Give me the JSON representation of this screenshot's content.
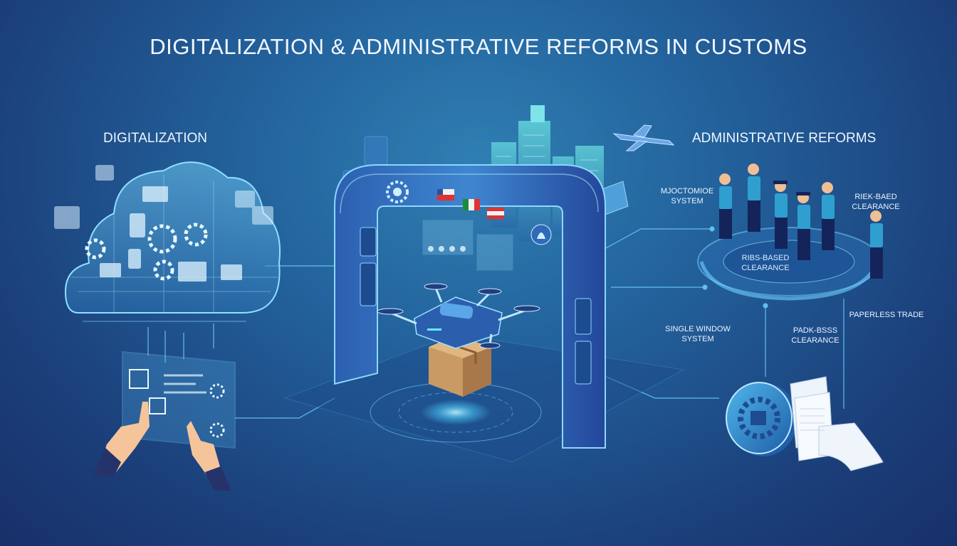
{
  "title": "DIGITALIZATION & ADMINISTRATIVE REFORMS IN CUSTOMS",
  "left_heading": "DIGITALIZATION",
  "right_heading": "ADMINISTRATIVE REFORMS",
  "labels": {
    "top_left": [
      "MJOCTOMIOE",
      "SYSTEM"
    ],
    "top_right": [
      "RIEK-BAED",
      "CLEARANCE"
    ],
    "ring_center": [
      "RIBS-BASED",
      "CLEARANCE"
    ],
    "paperless": "PAPERLESS TRADE",
    "single_window": [
      "SINGLE WINDOW",
      "SYSTEM"
    ],
    "pre_arrival": [
      "PADK-BSSS",
      "CLEARANCE"
    ]
  },
  "colors": {
    "accent": "#4fd3ff",
    "uniform": "#2f9fd0",
    "trousers": "#14245a",
    "box": "#c99a63"
  },
  "icons": [
    "cloud-icon",
    "gear-icon",
    "drone-icon",
    "parcel-icon",
    "gate-icon",
    "airplane-icon",
    "city-icon",
    "coin-gear-icon",
    "paper-stack-icon",
    "hand-icon",
    "flag-icon"
  ]
}
